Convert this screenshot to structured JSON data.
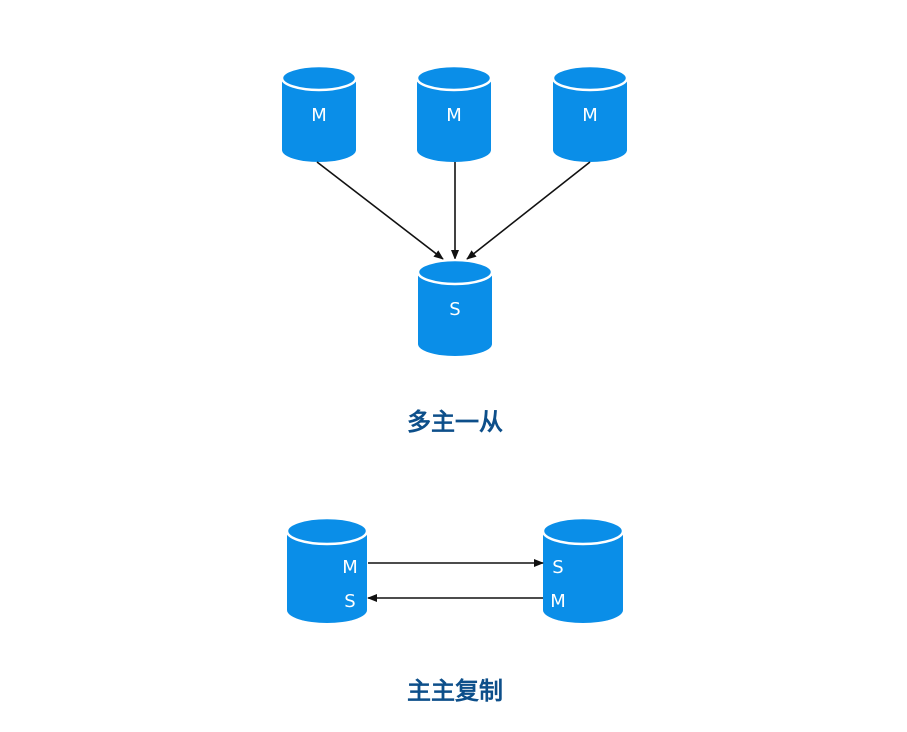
{
  "colors": {
    "db_body": "#0a8ee8",
    "db_rim": "#3aa6f0",
    "arrow": "#111111",
    "caption": "#0d4f8a"
  },
  "multi_master": {
    "masters": [
      {
        "label": "M"
      },
      {
        "label": "M"
      },
      {
        "label": "M"
      }
    ],
    "slave": {
      "label": "S"
    },
    "caption": "多主一从"
  },
  "master_master": {
    "left": {
      "top_label": "M",
      "bottom_label": "S"
    },
    "right": {
      "top_label": "S",
      "bottom_label": "M"
    },
    "caption": "主主复制"
  }
}
